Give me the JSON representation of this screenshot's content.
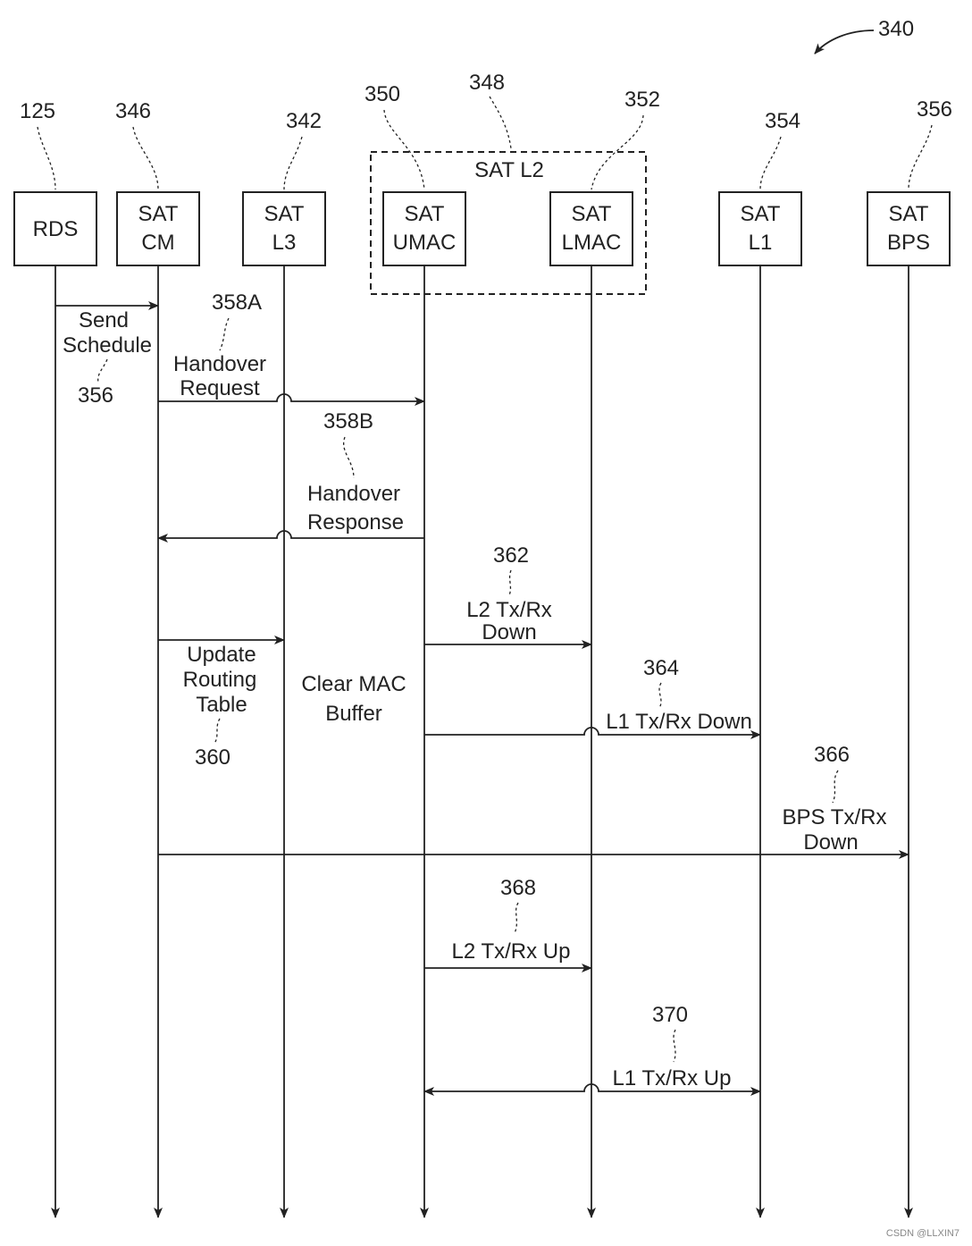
{
  "figure_ref": "340",
  "group": {
    "label": "SAT L2",
    "ref": "348"
  },
  "lifelines": [
    {
      "id": "rds",
      "ref": "125",
      "lines": [
        "RDS"
      ]
    },
    {
      "id": "cm",
      "ref": "346",
      "lines": [
        "SAT",
        "CM"
      ]
    },
    {
      "id": "l3",
      "ref": "342",
      "lines": [
        "SAT",
        "L3"
      ]
    },
    {
      "id": "umac",
      "ref": "350",
      "lines": [
        "SAT",
        "UMAC"
      ]
    },
    {
      "id": "lmac",
      "ref": "352",
      "lines": [
        "SAT",
        "LMAC"
      ]
    },
    {
      "id": "l1",
      "ref": "354",
      "lines": [
        "SAT",
        "L1"
      ]
    },
    {
      "id": "bps",
      "ref": "356",
      "lines": [
        "SAT",
        "BPS"
      ]
    }
  ],
  "messages": [
    {
      "id": "send-schedule",
      "from": "rds",
      "to": "cm",
      "ref": "356",
      "lines": [
        "Send",
        "Schedule"
      ]
    },
    {
      "id": "handover-request",
      "from": "cm",
      "to": "umac",
      "ref": "358A",
      "lines": [
        "Handover",
        "Request"
      ]
    },
    {
      "id": "handover-response",
      "from": "umac",
      "to": "cm",
      "ref": "358B",
      "lines": [
        "Handover",
        "Response"
      ]
    },
    {
      "id": "l2-down",
      "from": "umac",
      "to": "lmac",
      "ref": "362",
      "lines": [
        "L2 Tx/Rx",
        "Down"
      ]
    },
    {
      "id": "update-routing",
      "from": "cm",
      "to": "l3",
      "ref": "360",
      "lines": [
        "Update",
        "Routing",
        "Table"
      ]
    },
    {
      "id": "l1-down",
      "from": "umac",
      "to": "l1",
      "ref": "364",
      "lines": [
        "L1 Tx/Rx Down"
      ]
    },
    {
      "id": "bps-down",
      "from": "cm",
      "to": "bps",
      "ref": "366",
      "lines": [
        "BPS Tx/Rx",
        "Down"
      ]
    },
    {
      "id": "l2-up",
      "from": "umac",
      "to": "lmac",
      "ref": "368",
      "lines": [
        "L2 Tx/Rx Up"
      ]
    },
    {
      "id": "l1-up",
      "from": "umac",
      "to": "l1",
      "ref": "370",
      "lines": [
        "L1 Tx/Rx Up"
      ],
      "bidirectional": true
    }
  ],
  "notes": [
    {
      "id": "clear-mac-buffer",
      "lines": [
        "Clear MAC",
        "Buffer"
      ]
    }
  ],
  "watermark": "CSDN @LLXIN7"
}
